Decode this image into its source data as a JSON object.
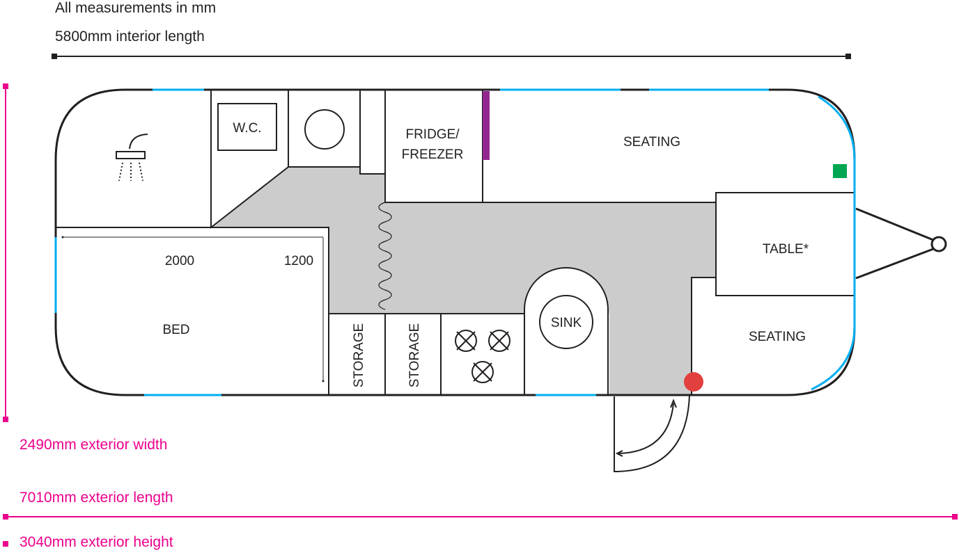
{
  "header": {
    "units_note": "All measurements in mm",
    "interior_length": "5800mm interior length"
  },
  "footer": {
    "exterior_width": "2490mm exterior width",
    "exterior_length": "7010mm exterior length",
    "exterior_height": "3040mm exterior height"
  },
  "rooms": {
    "wc": "W.C.",
    "fridge_line1": "FRIDGE/",
    "fridge_line2": "FREEZER",
    "seating_top": "SEATING",
    "table": "TABLE*",
    "seating_bottom": "SEATING",
    "bed": "BED",
    "bed_length": "2000",
    "bed_width": "1200",
    "storage_1": "STORAGE",
    "storage_2": "STORAGE",
    "sink": "SINK"
  },
  "colors": {
    "wall": "#231f20",
    "window": "#00aeef",
    "floor": "#cccccc",
    "dimension_exterior": "#ec008c",
    "marker_purple": "#92278f",
    "marker_green": "#00a651",
    "marker_red": "#e2403f"
  }
}
